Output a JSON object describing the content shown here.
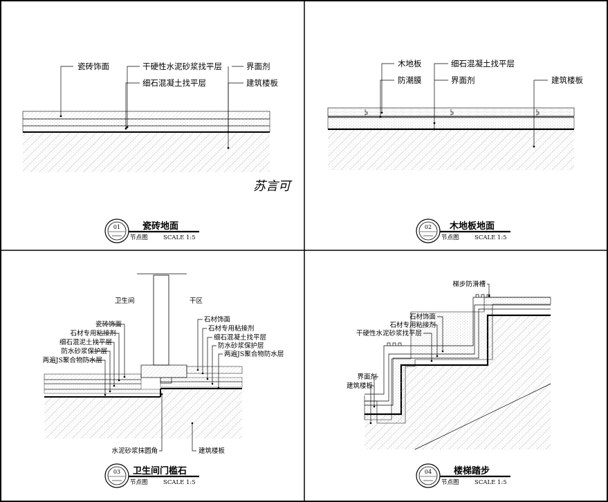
{
  "panels": [
    {
      "number": "01",
      "title": "瓷砖地面",
      "subtitle": "节点图",
      "scale": "SCALE 1:5",
      "labels": [
        "瓷砖饰面",
        "干硬性水泥砂浆找平层",
        "界面剂",
        "细石混凝土找平层",
        "建筑楼板"
      ],
      "signature": "苏言可"
    },
    {
      "number": "02",
      "title": "木地板地面",
      "subtitle": "节点图",
      "scale": "SCALE 1:5",
      "labels": [
        "木地板",
        "细石混凝土找平层",
        "防潮膜",
        "界面剂",
        "建筑楼板"
      ]
    },
    {
      "number": "03",
      "title": "卫生间门槛石",
      "subtitle": "节点图",
      "scale": "SCALE 1:5",
      "zones": [
        "卫生间",
        "干区"
      ],
      "left_labels": [
        "瓷砖饰面",
        "石材专用粘接剂",
        "细石混泥土找平层",
        "防水砂浆保护层",
        "两遍JS聚合物防水层"
      ],
      "right_labels": [
        "石材饰面",
        "石材专用粘接剂",
        "细石混凝土找平层",
        "防水砂浆保护层",
        "两遍JS聚合物防水层"
      ],
      "bottom_labels": [
        "水泥砂浆抹圆角",
        "建筑楼板"
      ]
    },
    {
      "number": "04",
      "title": "楼梯踏步",
      "subtitle": "节点图",
      "scale": "SCALE 1:5",
      "labels": [
        "梯步防滑槽",
        "石材饰面",
        "石材专用粘接剂",
        "干硬性水泥砂浆找平层",
        "界面剂",
        "建筑楼板"
      ]
    }
  ]
}
